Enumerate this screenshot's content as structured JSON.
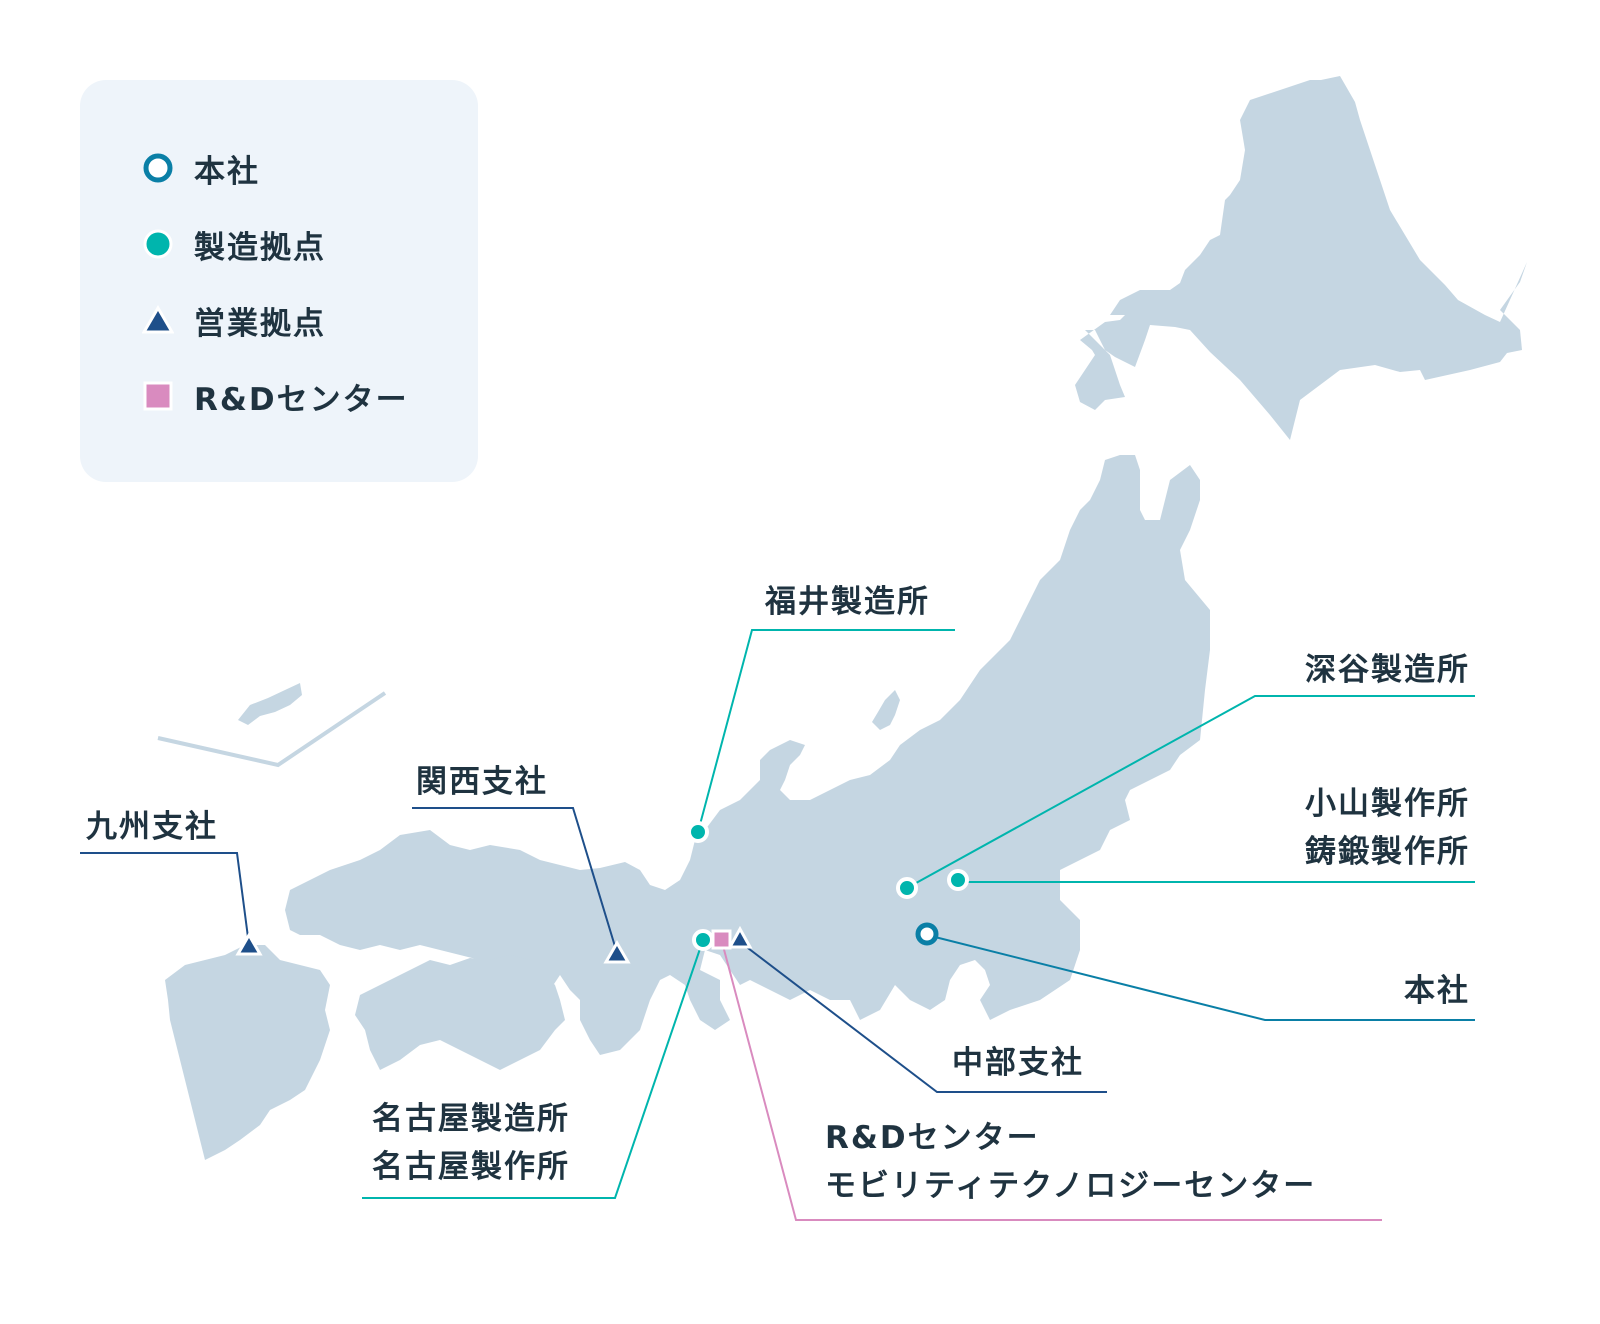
{
  "legend": {
    "items": [
      {
        "key": "headquarters",
        "label": "本社",
        "marker": "ring-circle",
        "color": "#0a7fa6"
      },
      {
        "key": "manufacturing",
        "label": "製造拠点",
        "marker": "filled-circle",
        "color": "#00b5ad"
      },
      {
        "key": "sales",
        "label": "営業拠点",
        "marker": "triangle",
        "color": "#1e4f8a"
      },
      {
        "key": "rnd",
        "label": "R&Dセンター",
        "marker": "square",
        "color": "#d98bbf"
      }
    ]
  },
  "colors": {
    "land": "#c5d6e2",
    "legend_bg": "#eef4fa",
    "text": "#1f3340",
    "manufacturing": "#00b5ad",
    "headquarters": "#0a7fa6",
    "sales": "#1e4f8a",
    "rnd": "#d98bbf"
  },
  "locations": {
    "fukui": {
      "type": "manufacturing",
      "lines": [
        "福井製造所"
      ]
    },
    "fukaya": {
      "type": "manufacturing",
      "lines": [
        "深谷製造所"
      ]
    },
    "oyama": {
      "type": "manufacturing",
      "lines": [
        "小山製作所",
        "鋳鍛製作所"
      ]
    },
    "hq": {
      "type": "headquarters",
      "lines": [
        "本社"
      ]
    },
    "kyushu": {
      "type": "sales",
      "lines": [
        "九州支社"
      ]
    },
    "kansai": {
      "type": "sales",
      "lines": [
        "関西支社"
      ]
    },
    "chubu": {
      "type": "sales",
      "lines": [
        "中部支社"
      ]
    },
    "nagoya": {
      "type": "manufacturing",
      "lines": [
        "名古屋製造所",
        "名古屋製作所"
      ]
    },
    "rnd": {
      "type": "rnd",
      "lines": [
        "R&Dセンター",
        "モビリティテクノロジーセンター"
      ]
    }
  }
}
